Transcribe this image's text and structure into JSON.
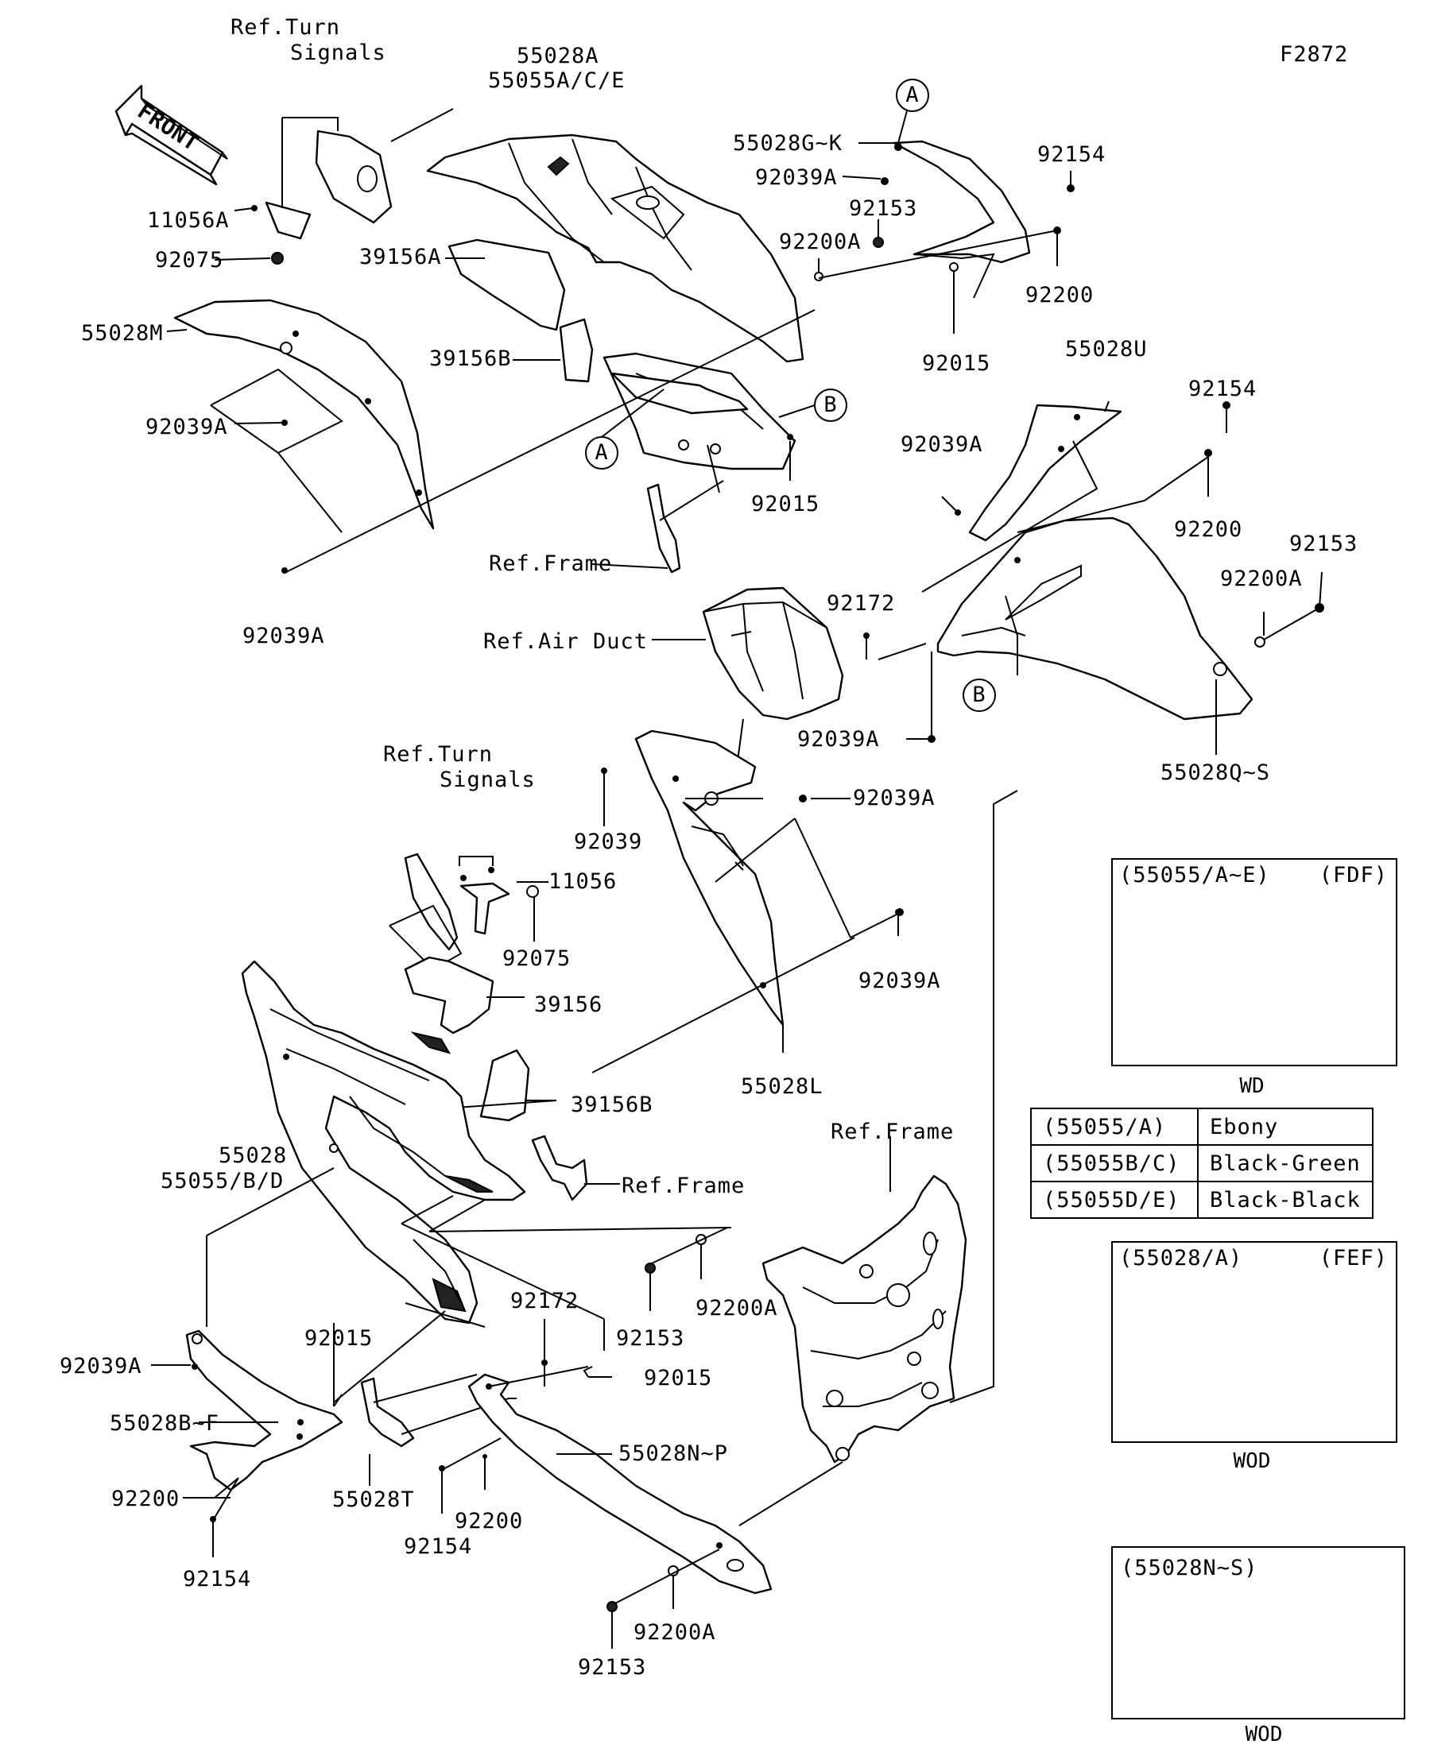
{
  "figure_code": "F2872",
  "front_arrow": "FRONT",
  "callouts": {
    "A": "A",
    "B": "B"
  },
  "labels": {
    "ref_turn_signals_1a": "Ref.Turn",
    "ref_turn_signals_1b": "Signals",
    "p_11056A": "11056A",
    "p_92075_top": "92075",
    "p_55028A": "55028A",
    "p_55055ACE": "55055A/C/E",
    "p_55028GK": "55028G~K",
    "p_92039A_top": "92039A",
    "p_92154_tr": "92154",
    "p_92153_tr": "92153",
    "p_92200A_tr": "92200A",
    "p_92200_tr": "92200",
    "p_92015_tr": "92015",
    "p_39156A": "39156A",
    "p_55028M": "55028M",
    "p_39156B_top": "39156B",
    "p_92039A_left": "92039A",
    "p_92015_mid": "92015",
    "ref_frame_top": "Ref.Frame",
    "p_92039A_bl": "92039A",
    "p_55028U": "55028U",
    "p_92154_r": "92154",
    "p_92039A_u": "92039A",
    "p_92200_r": "92200",
    "p_92153_r": "92153",
    "p_92200A_r": "92200A",
    "p_92172_top": "92172",
    "ref_air_duct": "Ref.Air Duct",
    "p_92039A_mid": "92039A",
    "p_55028QS": "55028Q~S",
    "ref_turn_signals_2a": "Ref.Turn",
    "ref_turn_signals_2b": "Signals",
    "p_92039": "92039",
    "p_92039A_l": "92039A",
    "p_11056": "11056",
    "p_92075_mid": "92075",
    "p_92039A_lr": "92039A",
    "p_39156": "39156",
    "p_55028L": "55028L",
    "p_39156B_mid": "39156B",
    "p_55028": "55028",
    "p_55055BD": "55055/B/D",
    "ref_frame_mid": "Ref.Frame",
    "ref_frame_bot": "Ref.Frame",
    "p_92172_bot": "92172",
    "p_92015_bl": "92015",
    "p_92015_br": "92015",
    "p_92039A_bot": "92039A",
    "p_55028BF": "55028B~F",
    "p_92153_bm": "92153",
    "p_92200A_bm": "92200A",
    "p_55028NP": "55028N~P",
    "p_55028T": "55028T",
    "p_92200_bl": "92200",
    "p_92154_bl": "92154",
    "p_92154_bm": "92154",
    "p_92200_bm": "92200",
    "p_92153_bot": "92153",
    "p_92200A_bot": "92200A"
  },
  "inset_boxes": [
    {
      "header_left": "(55055/A~E)",
      "header_right": "(FDF)",
      "caption": "WD"
    },
    {
      "header_left": "(55028/A)",
      "header_right": "(FEF)",
      "caption": "WOD"
    },
    {
      "header_left": "(55028N~S)",
      "header_right": "",
      "caption": "WOD"
    }
  ],
  "color_table": [
    {
      "code": "(55055/A)",
      "color": "Ebony"
    },
    {
      "code": "(55055B/C)",
      "color": "Black-Green"
    },
    {
      "code": "(55055D/E)",
      "color": "Black-Black"
    }
  ]
}
